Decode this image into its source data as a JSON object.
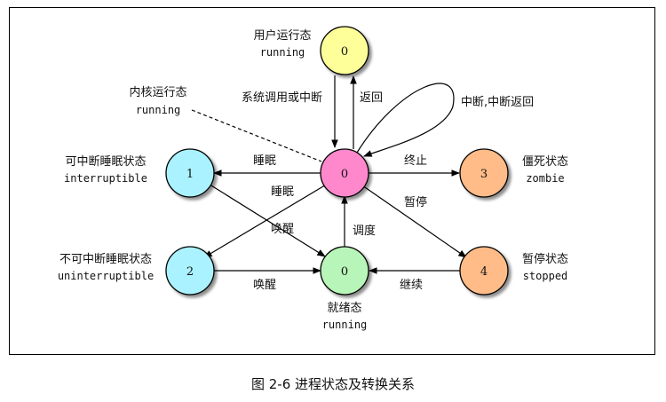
{
  "states": {
    "running_user": {
      "id": "0",
      "zh": "用户运行态",
      "en": "running",
      "color": "#ffff99"
    },
    "running_kernel": {
      "id": "0",
      "zh": "内核运行态",
      "en": "running",
      "color": "#ff88cc"
    },
    "interruptible": {
      "id": "1",
      "zh": "可中断睡眠状态",
      "en": "interruptible",
      "color": "#aaf2ff"
    },
    "uninterruptible": {
      "id": "2",
      "zh": "不可中断睡眠状态",
      "en": "uninterruptible",
      "color": "#aaf2ff"
    },
    "ready": {
      "id": "0",
      "zh": "就绪态",
      "en": "running",
      "color": "#b8f5b8"
    },
    "zombie": {
      "id": "3",
      "zh": "僵死状态",
      "en": "zombie",
      "color": "#ffbb88"
    },
    "stopped": {
      "id": "4",
      "zh": "暂停状态",
      "en": "stopped",
      "color": "#ffbb88"
    }
  },
  "edges": {
    "syscall": "系统调用或中断",
    "return": "返回",
    "interrupt_return": "中断,中断返回",
    "sleep1": "睡眠",
    "sleep2": "睡眠",
    "wake1": "唤醒",
    "wake2": "唤醒",
    "schedule": "调度",
    "terminate": "终止",
    "pause": "暂停",
    "continue": "继续"
  },
  "caption": "图 2-6 进程状态及转换关系"
}
